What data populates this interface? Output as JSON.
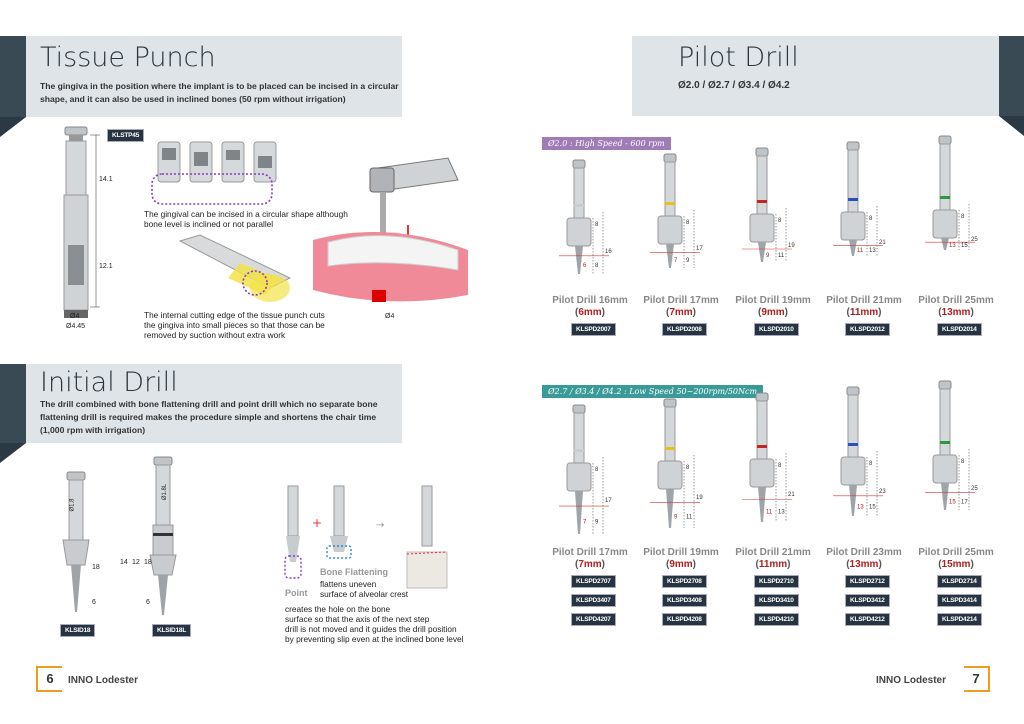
{
  "left_page": {
    "tissue_punch": {
      "title": "Tissue Punch",
      "desc_1": "The gingiva in the position where the implant is to be placed can be incised in a circular",
      "desc_2": "shape, and it can also be used in inclined bones (50 rpm without irrigation)",
      "code": "KLSTP45",
      "dim_upper": "14.1",
      "dim_lower": "12.1",
      "dia_inner": "Ø4",
      "dia_outer": "Ø4.45",
      "dia_gingiva": "Ø4",
      "note_circular_1": "The gingival can be incised in a circular shape although",
      "note_circular_2": "bone level is inclined or not parallel",
      "note_cut_1": "The internal cutting edge of the tissue punch cuts",
      "note_cut_2": "the gingiva into small pieces so that those can be",
      "note_cut_3": "removed by suction without extra work"
    },
    "initial_drill": {
      "title": "Initial Drill",
      "desc_1": "The drill combined with bone flattening drill and point drill which no separate bone",
      "desc_2": "flattening drill is required makes the procedure simple and shortens the chair time",
      "desc_3": "(1,000 rpm with irrigation)",
      "drills": [
        {
          "code": "KLSID18",
          "dia": "Ø1.8",
          "dims": [
            "18",
            "6"
          ]
        },
        {
          "code": "KLSID18L",
          "dia": "Ø1.8L",
          "dims": [
            "14",
            "12",
            "18",
            "6"
          ]
        }
      ],
      "point_label": "Point",
      "bf_label": "Bone Flattening",
      "bf_note_1": "flattens uneven",
      "bf_note_2": "surface of alveolar crest",
      "hole_note_1": "creates the hole on the bone",
      "hole_note_2": "surface so that the axis of the next step",
      "hole_note_3": "drill is not moved and it guides the drill position",
      "hole_note_4": "by preventing slip even at the inclined bone level"
    },
    "footer": {
      "page": "6",
      "brand": "INNO Lodester"
    }
  },
  "right_page": {
    "title": "Pilot Drill",
    "subtitle": "Ø2.0 / Ø2.7 / Ø3.4 / Ø4.2",
    "group_high": {
      "speed": "Ø2.0 : High Speed - 600 rpm",
      "color": "#a07cb6",
      "drills": [
        {
          "name": "Pilot Drill 16mm",
          "len": "6mm",
          "ring": "#cccccc",
          "dims": [
            "8",
            "16",
            "6",
            "8"
          ],
          "codes": [
            "KLSPD2007"
          ]
        },
        {
          "name": "Pilot Drill 17mm",
          "len": "7mm",
          "ring": "#e8c020",
          "dims": [
            "8",
            "17",
            "7",
            "9"
          ],
          "codes": [
            "KLSPD2008"
          ]
        },
        {
          "name": "Pilot Drill 19mm",
          "len": "9mm",
          "ring": "#c02828",
          "dims": [
            "8",
            "19",
            "9",
            "11"
          ],
          "codes": [
            "KLSPD2010"
          ]
        },
        {
          "name": "Pilot Drill 21mm",
          "len": "11mm",
          "ring": "#2a50c0",
          "dims": [
            "8",
            "21",
            "11",
            "13"
          ],
          "codes": [
            "KLSPD2012"
          ]
        },
        {
          "name": "Pilot Drill 25mm",
          "len": "13mm",
          "ring": "#2a9a40",
          "dims": [
            "8",
            "25",
            "13",
            "15"
          ],
          "codes": [
            "KLSPD2014"
          ]
        }
      ]
    },
    "group_low": {
      "speed": "Ø2.7 / Ø3.4 / Ø4.2 : Low Speed 50~200rpm/50Ncm",
      "color": "#3a9a98",
      "drills": [
        {
          "name": "Pilot Drill 17mm",
          "len": "7mm",
          "ring": "#cccccc",
          "dims": [
            "8",
            "17",
            "7",
            "9"
          ],
          "codes": [
            "KLSPD2707",
            "KLSPD3407",
            "KLSPD4207"
          ]
        },
        {
          "name": "Pilot Drill 19mm",
          "len": "9mm",
          "ring": "#e8c020",
          "dims": [
            "8",
            "19",
            "9",
            "11"
          ],
          "codes": [
            "KLSPD2708",
            "KLSPD3408",
            "KLSPD4208"
          ]
        },
        {
          "name": "Pilot Drill 21mm",
          "len": "11mm",
          "ring": "#c02828",
          "dims": [
            "8",
            "21",
            "11",
            "13"
          ],
          "codes": [
            "KLSPD2710",
            "KLSPD3410",
            "KLSPD4210"
          ]
        },
        {
          "name": "Pilot Drill 23mm",
          "len": "13mm",
          "ring": "#2a50c0",
          "dims": [
            "8",
            "23",
            "13",
            "15"
          ],
          "codes": [
            "KLSPD2712",
            "KLSPD3412",
            "KLSPD4212"
          ]
        },
        {
          "name": "Pilot Drill 25mm",
          "len": "15mm",
          "ring": "#2a9a40",
          "dims": [
            "8",
            "25",
            "15",
            "17"
          ],
          "codes": [
            "KLSPD2714",
            "KLSPD3414",
            "KLSPD4214"
          ]
        }
      ]
    },
    "footer": {
      "page": "7",
      "brand": "INNO Lodester"
    }
  }
}
